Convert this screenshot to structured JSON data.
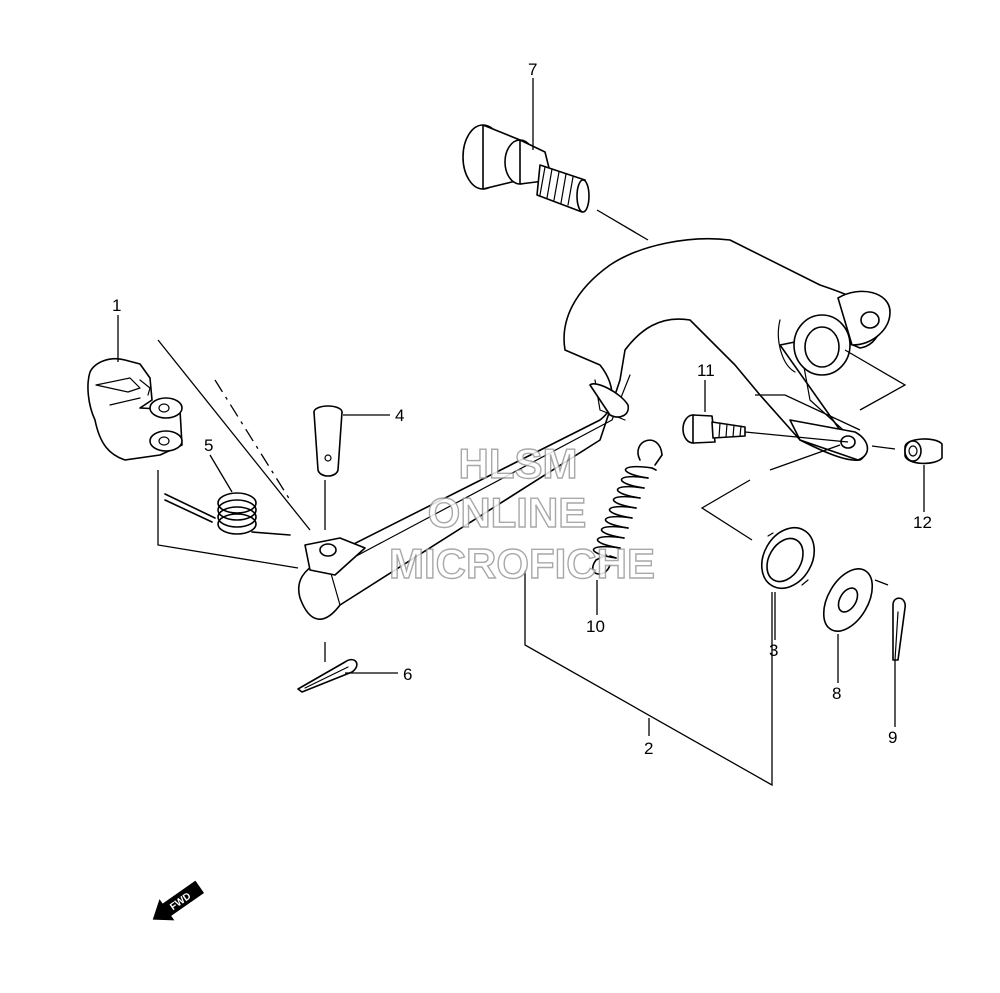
{
  "callouts": [
    {
      "id": "c1",
      "label": "1"
    },
    {
      "id": "c2",
      "label": "2"
    },
    {
      "id": "c3",
      "label": "3"
    },
    {
      "id": "c4",
      "label": "4"
    },
    {
      "id": "c5",
      "label": "5"
    },
    {
      "id": "c6",
      "label": "6"
    },
    {
      "id": "c7",
      "label": "7"
    },
    {
      "id": "c8",
      "label": "8"
    },
    {
      "id": "c9",
      "label": "9"
    },
    {
      "id": "c10",
      "label": "10"
    },
    {
      "id": "c11",
      "label": "11"
    },
    {
      "id": "c12",
      "label": "12"
    }
  ],
  "watermark": {
    "line1": "HLSM",
    "line2": "ONLINE",
    "line3": "MICROFICHE",
    "color": "#9a9a9a"
  },
  "direction_arrow": {
    "label": "FWD"
  },
  "colors": {
    "ink": "#000000",
    "background": "#ffffff"
  }
}
